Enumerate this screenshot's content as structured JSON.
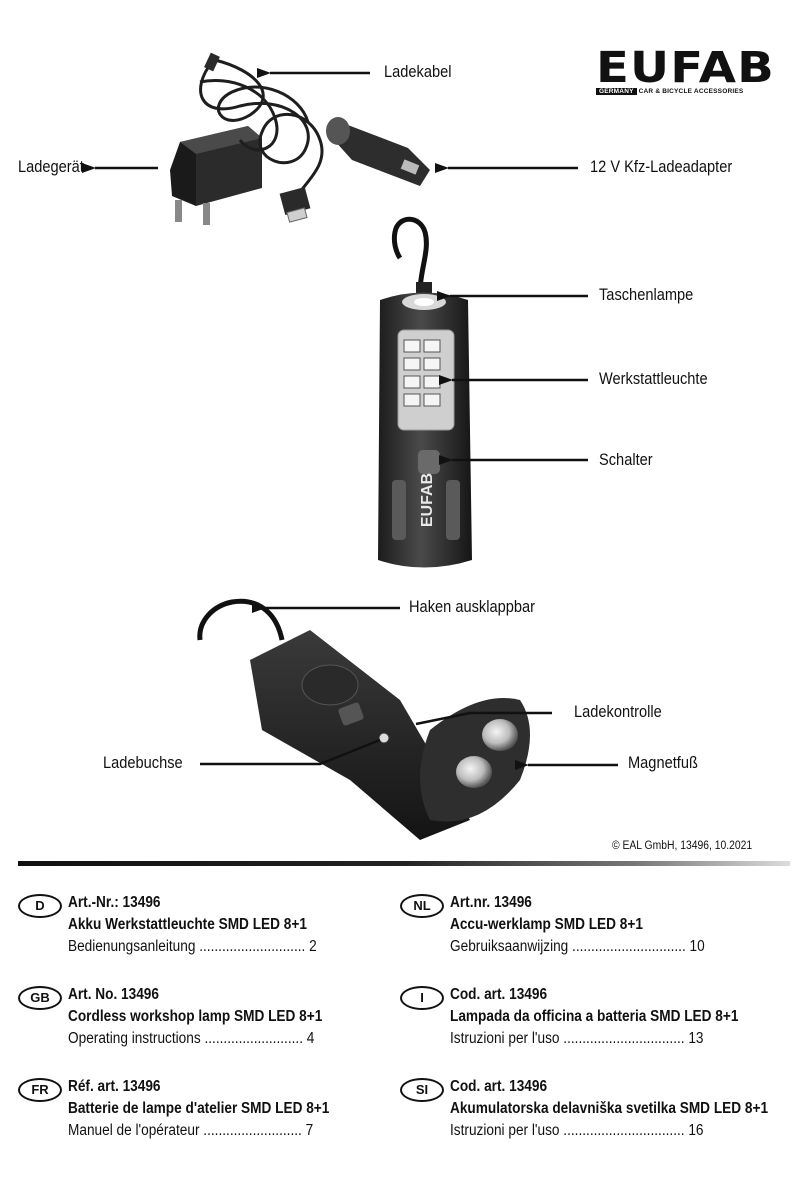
{
  "brand": {
    "name": "EUFAB",
    "country": "GERMANY",
    "tagline": "CAR & BICYCLE ACCESSORIES"
  },
  "callouts": {
    "ladekabel": "Ladekabel",
    "ladegeraet": "Ladegerät",
    "kfz_adapter": "12 V Kfz-Ladeadapter",
    "taschenlampe": "Taschenlampe",
    "werkstattleuchte": "Werkstattleuchte",
    "schalter": "Schalter",
    "haken": "Haken ausklappbar",
    "ladekontrolle": "Ladekontrolle",
    "ladebuchse": "Ladebuchse",
    "magnetfuss": "Magnetfuß"
  },
  "product_label": "EUFAB",
  "copyright": "© EAL GmbH, 13496,    10.2021",
  "languages": [
    {
      "code": "D",
      "art": "Art.-Nr.: 13496",
      "title": "Akku Werkstattleuchte SMD LED 8+1",
      "manual": "Bedienungsanleitung ............................ 2"
    },
    {
      "code": "GB",
      "art": "Art. No. 13496",
      "title": "Cordless workshop lamp SMD LED 8+1",
      "manual": "Operating instructions .......................... 4"
    },
    {
      "code": "FR",
      "art": "Réf. art. 13496",
      "title": "Batterie de lampe d'atelier SMD LED 8+1",
      "manual": "Manuel de l'opérateur .......................... 7"
    },
    {
      "code": "NL",
      "art": "Art.nr. 13496",
      "title": "Accu-werklamp SMD LED 8+1",
      "manual": "Gebruiksaanwijzing .............................. 10"
    },
    {
      "code": "I",
      "art": "Cod. art. 13496",
      "title": "Lampada da officina a batteria SMD LED 8+1",
      "manual": "Istruzioni per l'uso ................................  13"
    },
    {
      "code": "SI",
      "art": "Cod. art. 13496",
      "title": "Akumulatorska delavniška svetilka SMD LED 8+1",
      "manual": "Istruzioni per l'uso ................................  16"
    }
  ]
}
